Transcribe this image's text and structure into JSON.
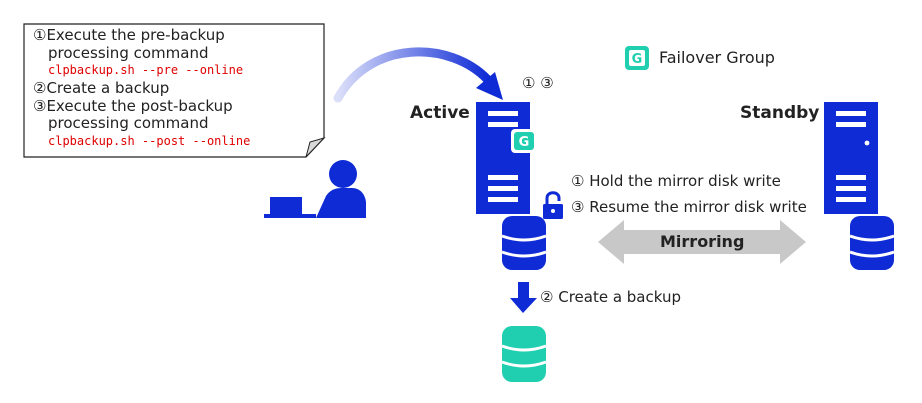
{
  "note": {
    "step1_line1": "①Execute the pre-backup",
    "step1_line2": "processing command",
    "step1_cmd": "clpbackup.sh --pre --online",
    "step2": "②Create a backup",
    "step3_line1": "③Execute the post-backup",
    "step3_line2": "processing command",
    "step3_cmd": "clpbackup.sh --post --online"
  },
  "legend": {
    "icon_letter": "G",
    "label": "Failover Group"
  },
  "active": {
    "label": "Active",
    "steps_marker": "① ③",
    "hold_text": "① Hold the mirror disk write",
    "resume_text": "③ Resume the mirror disk write"
  },
  "standby": {
    "label": "Standby"
  },
  "mirroring": {
    "label": "Mirroring"
  },
  "backup": {
    "label": "② Create a backup"
  },
  "colors": {
    "primary_blue": "#0f2bd6",
    "teal": "#1fcfb0",
    "arrow_gray": "#c8c8c8",
    "cmd_red": "#e00000"
  }
}
